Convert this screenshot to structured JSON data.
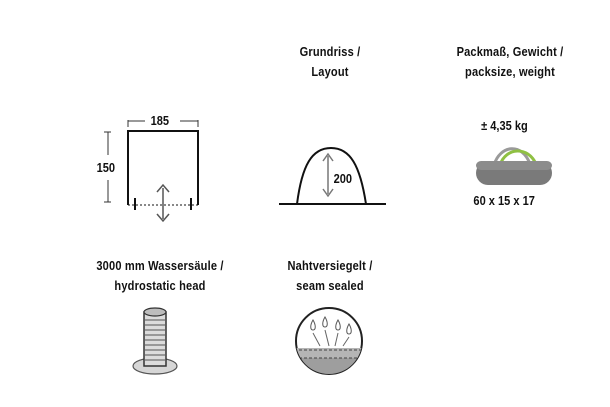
{
  "layout_heading": {
    "line1": "Grundriss /",
    "line2": "Layout"
  },
  "pack_heading": {
    "line1": "Packmaß, Gewicht /",
    "line2": "packsize, weight"
  },
  "footprint": {
    "width_label": "185",
    "depth_label": "150"
  },
  "tent": {
    "height_label": "200"
  },
  "pack": {
    "weight_label": "± 4,35 kg",
    "size_label": "60 x 15 x 17"
  },
  "hydro": {
    "line1": "3000 mm Wassersäule /",
    "line2": "hydrostatic head"
  },
  "seam": {
    "line1": "Nahtversiegelt /",
    "line2": "seam sealed"
  },
  "icons": {
    "footprint": "floor-plan-icon",
    "tent": "dome-tent-icon",
    "pack": "duffel-bag-icon",
    "hydro": "water-column-icon",
    "seam": "seam-sealed-icon"
  },
  "colors": {
    "text": "#111111",
    "bag": "#7a7a7a",
    "handle_green": "#8fc043",
    "handle_grey": "#9a9a9a"
  }
}
